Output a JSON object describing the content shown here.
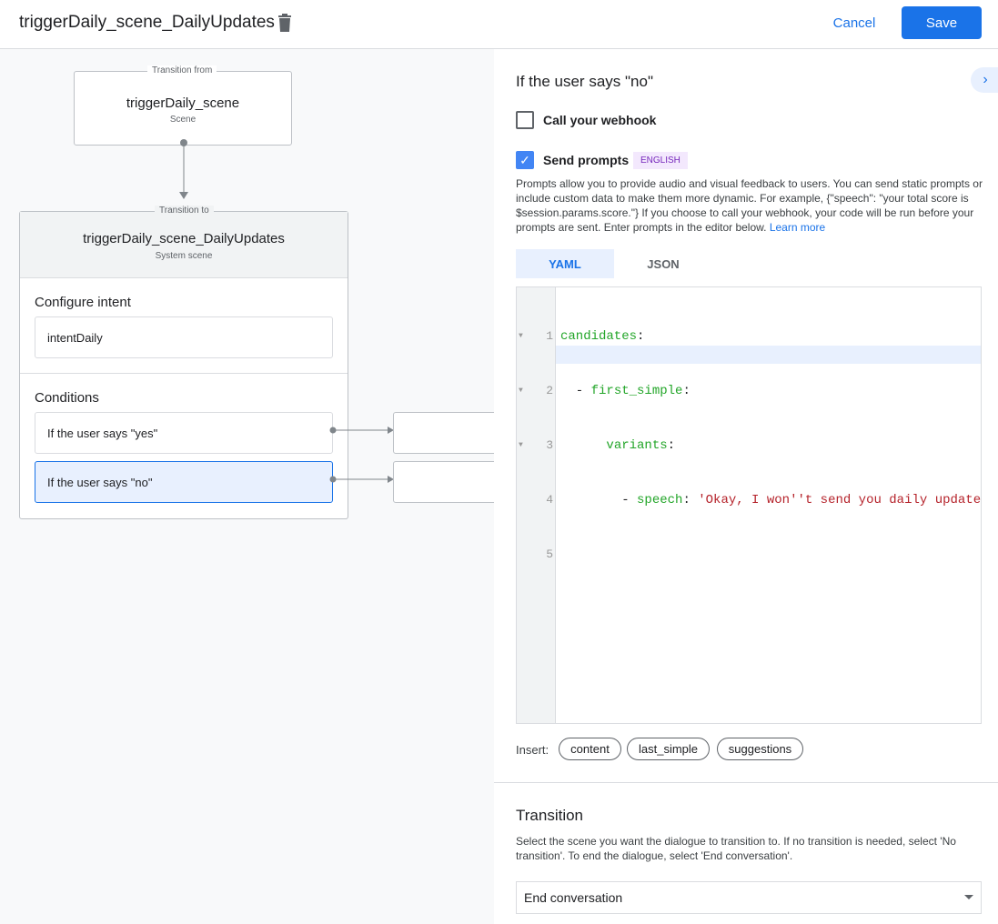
{
  "header": {
    "title": "triggerDaily_scene_DailyUpdates",
    "cancel": "Cancel",
    "save": "Save"
  },
  "canvas": {
    "from": {
      "label": "Transition from",
      "name": "triggerDaily_scene",
      "type": "Scene"
    },
    "to": {
      "label": "Transition to",
      "name": "triggerDaily_scene_DailyUpdates",
      "type": "System scene"
    },
    "intent_heading": "Configure intent",
    "intent": "intentDaily",
    "conditions_heading": "Conditions",
    "conditions": [
      {
        "label": "If the user says \"yes\""
      },
      {
        "label": "If the user says \"no\"",
        "selected": true
      }
    ]
  },
  "panel": {
    "heading": "If the user says \"no\"",
    "webhook": {
      "label": "Call your webhook",
      "checked": false
    },
    "prompts": {
      "label": "Send prompts",
      "checked": true,
      "badge": "ENGLISH",
      "description": "Prompts allow you to provide audio and visual feedback to users. You can send static prompts or include custom data to make them more dynamic. For example, {\"speech\": \"your total score is $session.params.score.\"} If you choose to call your webhook, your code will be run before your prompts are sent. Enter prompts in the editor below.",
      "learn_more": "Learn more"
    },
    "tabs": [
      {
        "label": "YAML",
        "active": true
      },
      {
        "label": "JSON"
      }
    ],
    "editor": {
      "line_numbers": [
        "1",
        "2",
        "3",
        "4",
        "5"
      ],
      "lines": [
        {
          "key": "candidates",
          "sep": ":"
        },
        {
          "indent": "  - ",
          "key": "first_simple",
          "sep": ":"
        },
        {
          "indent": "      ",
          "key": "variants",
          "sep": ":"
        },
        {
          "indent": "        - ",
          "key": "speech",
          "sep": ": ",
          "value": "'Okay, I won''t send you daily update"
        }
      ]
    },
    "insert": {
      "label": "Insert:",
      "chips": [
        "content",
        "last_simple",
        "suggestions"
      ]
    },
    "transition": {
      "heading": "Transition",
      "description": "Select the scene you want the dialogue to transition to. If no transition is needed, select 'No transition'. To end the dialogue, select 'End conversation'.",
      "selected": "End conversation"
    }
  },
  "colors": {
    "accent": "#1a73e8",
    "code_key": "#22a528",
    "code_string": "#b5222a",
    "badge_bg": "#f3e8fd",
    "badge_fg": "#7627bb"
  }
}
